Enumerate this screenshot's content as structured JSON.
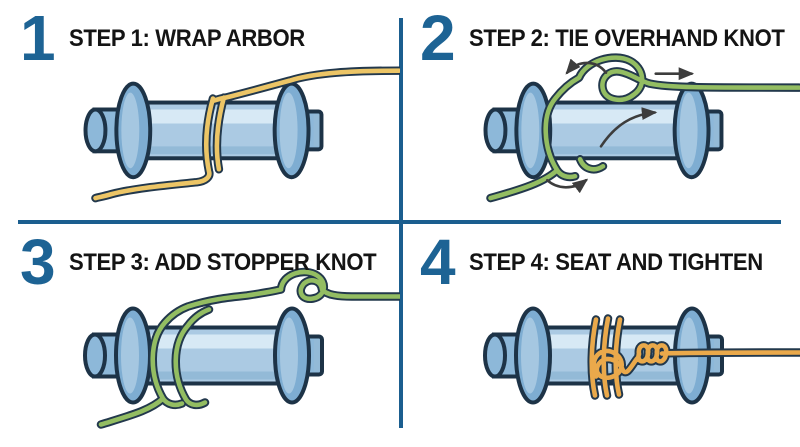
{
  "diagram": {
    "subject": "arbor knot tying steps"
  },
  "colors": {
    "background": "#ffffff",
    "divider": "#1b5e8f",
    "step_number": "#1d6394",
    "title_text": "#141414",
    "outline": "#1d3347",
    "flange": "#7eadd2",
    "flange_light": "#b3d0e6",
    "barrel": "#abcae3",
    "barrel_highlight": "#d7e9f5",
    "barrel_shadow": "#93bad7",
    "axle": "#8db8d9",
    "rope_outline": "#22384c",
    "line_yellow": "#ecc566",
    "line_green": "#93bd62",
    "line_orange": "#eaa94b",
    "arrow": "#3d3d3d"
  },
  "steps": [
    {
      "number": "1",
      "title": "STEP 1: WRAP ARBOR",
      "line_color": "#ecc566"
    },
    {
      "number": "2",
      "title": "STEP 2: TIE OVERHAND KNOT",
      "line_color": "#93bd62"
    },
    {
      "number": "3",
      "title": "STEP 3: ADD STOPPER KNOT",
      "line_color": "#93bd62"
    },
    {
      "number": "4",
      "title": "STEP 4: SEAT AND TIGHTEN",
      "line_color": "#eaa94b"
    }
  ]
}
